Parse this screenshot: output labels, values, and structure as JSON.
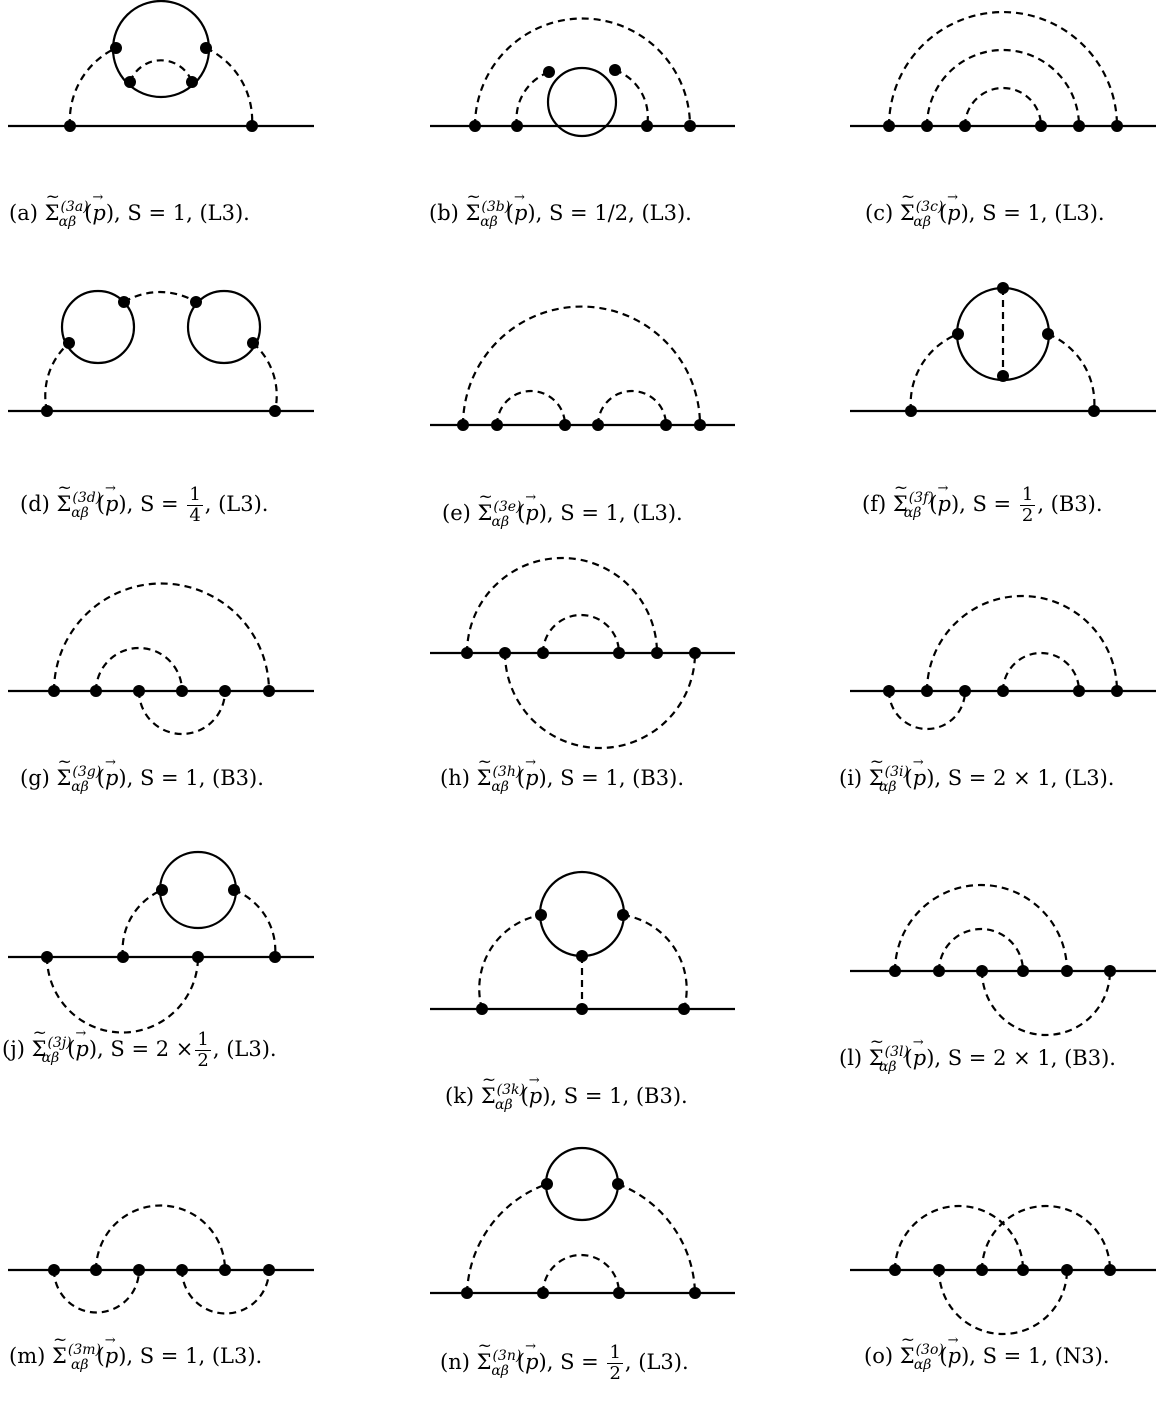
{
  "diagrams": [
    {
      "id": "a",
      "letter": "(a)",
      "sup": "(3a)",
      "s_text": "1",
      "tail": ", (L3)."
    },
    {
      "id": "b",
      "letter": "(b)",
      "sup": "(3b)",
      "s_text": "1/2",
      "tail": ", (L3)."
    },
    {
      "id": "c",
      "letter": "(c)",
      "sup": "(3c)",
      "s_text": "1",
      "tail": ", (L3)."
    },
    {
      "id": "d",
      "letter": "(d)",
      "sup": "(3d)",
      "s_frac": [
        "1",
        "4"
      ],
      "tail": ", (L3)."
    },
    {
      "id": "e",
      "letter": "(e)",
      "sup": "(3e)",
      "s_text": "1",
      "tail": ", (L3)."
    },
    {
      "id": "f",
      "letter": "(f)",
      "sup": "(3f)",
      "s_frac": [
        "1",
        "2"
      ],
      "tail": ", (B3)."
    },
    {
      "id": "g",
      "letter": "(g)",
      "sup": "(3g)",
      "s_text": "1",
      "tail": ", (B3)."
    },
    {
      "id": "h",
      "letter": "(h)",
      "sup": "(3h)",
      "s_text": "1",
      "tail": ", (B3)."
    },
    {
      "id": "i",
      "letter": "(i)",
      "sup": "(3i)",
      "s_text": "2 × 1",
      "tail": ", (L3)."
    },
    {
      "id": "j",
      "letter": "(j)",
      "sup": "(3j)",
      "s_text": "2 ×",
      "s_frac": [
        "1",
        "2"
      ],
      "tail": ", (L3)."
    },
    {
      "id": "k",
      "letter": "(k)",
      "sup": "(3k)",
      "s_text": "1",
      "tail": ", (B3)."
    },
    {
      "id": "l",
      "letter": "(l)",
      "sup": "(3l)",
      "s_text": "2 × 1",
      "tail": ", (B3)."
    },
    {
      "id": "m",
      "letter": "(m)",
      "sup": "(3m)",
      "s_text": "1",
      "tail": ", (L3)."
    },
    {
      "id": "n",
      "letter": "(n)",
      "sup": "(3n)",
      "s_frac": [
        "1",
        "2"
      ],
      "tail": ", (L3)."
    },
    {
      "id": "o",
      "letter": "(o)",
      "sup": "(3o)",
      "s_text": "1",
      "tail": ", (N3)."
    }
  ],
  "symbols": {
    "sigma": "Σ",
    "sub": "αβ",
    "p": "p",
    "s_label": "S ="
  }
}
